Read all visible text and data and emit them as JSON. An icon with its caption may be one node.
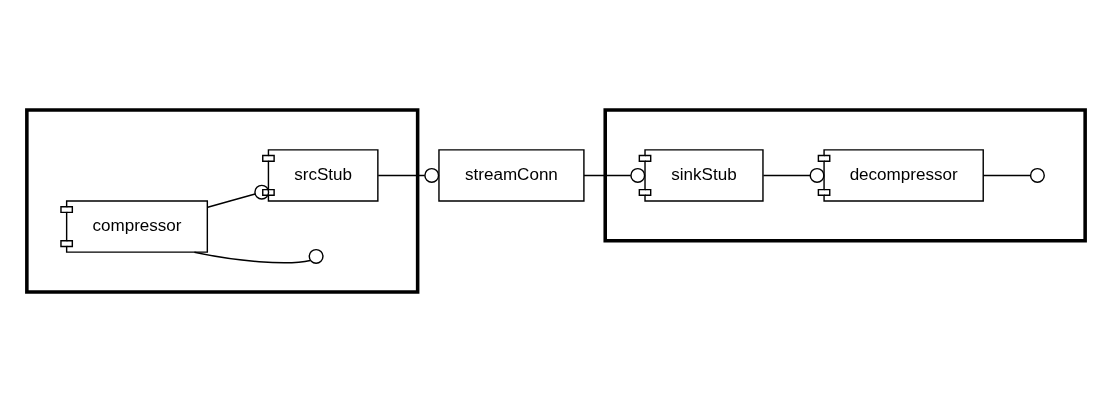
{
  "diagram": {
    "nodes": [
      {
        "text": [],
        "shape": "cube"
      },
      {
        "text": [
          "compressor"
        ],
        "in": 0
      },
      {
        "text": [
          "srcStub"
        ],
        "in": 0
      },
      {
        "text": [
          "streamConn"
        ]
      },
      {
        "text": [],
        "shape": "cube"
      },
      {
        "text": [
          "sinkStub"
        ],
        "in": 4
      },
      {
        "text": [
          "decompressor"
        ],
        "in": 4
      }
    ],
    "edges": [
      {
        "from": 1,
        "to": null,
        "arrow": "other"
      },
      {
        "from": 1,
        "to": 2,
        "arrow": "other"
      },
      {
        "from": 2,
        "to": 3,
        "arrow": "other"
      },
      {
        "from": 3,
        "to": 5,
        "arrow": "other"
      },
      {
        "from": 5,
        "to": 6,
        "arrow": "other"
      },
      {
        "from": 6,
        "to": null,
        "arrow": "other"
      }
    ]
  }
}
